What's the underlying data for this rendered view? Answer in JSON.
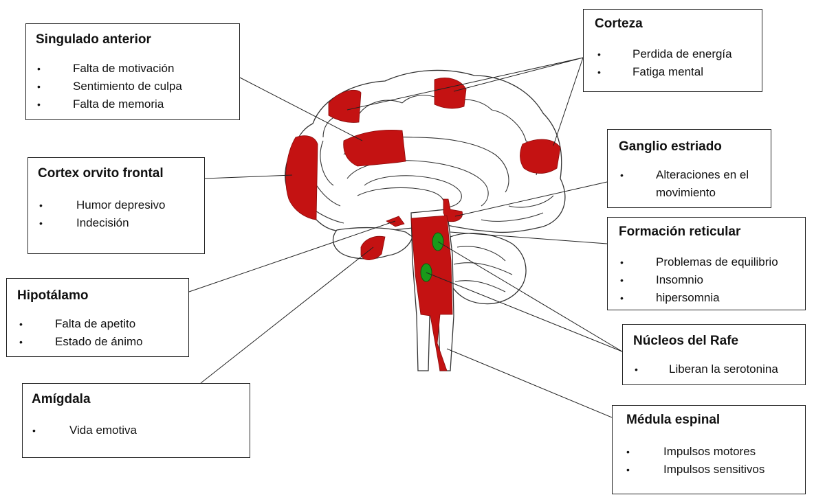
{
  "colors": {
    "highlight_red": "#c41212",
    "nucleus_green": "#1a9a1a",
    "outline": "#333333"
  },
  "boxes": {
    "singulado": {
      "title": "Singulado anterior",
      "items": [
        "Falta de motivación",
        "Sentimiento de culpa",
        "Falta de memoria"
      ]
    },
    "corteza": {
      "title": "Corteza",
      "items": [
        "Perdida de energía",
        "Fatiga mental"
      ]
    },
    "cortex_orvito": {
      "title": "Cortex orvito frontal",
      "items": [
        "Humor depresivo",
        "Indecisión"
      ]
    },
    "ganglio": {
      "title": "Ganglio estriado",
      "items": [
        "Alteraciones en el\nmovimiento"
      ]
    },
    "formacion": {
      "title": "Formación reticular",
      "items": [
        "Problemas de equilibrio",
        "Insomnio",
        "hipersomnia"
      ]
    },
    "hipotalamo": {
      "title": "Hipotálamo",
      "items": [
        "Falta de apetito",
        "Estado de ánimo"
      ]
    },
    "nucleos": {
      "title": "Núcleos del Rafe",
      "items": [
        "Liberan la serotonina"
      ]
    },
    "amigdala": {
      "title": "Amígdala",
      "items": [
        "Vida emotiva"
      ]
    },
    "medula": {
      "title": "Médula espinal",
      "items": [
        "Impulsos motores",
        "Impulsos sensitivos"
      ]
    }
  },
  "bullet_glyph": "•"
}
